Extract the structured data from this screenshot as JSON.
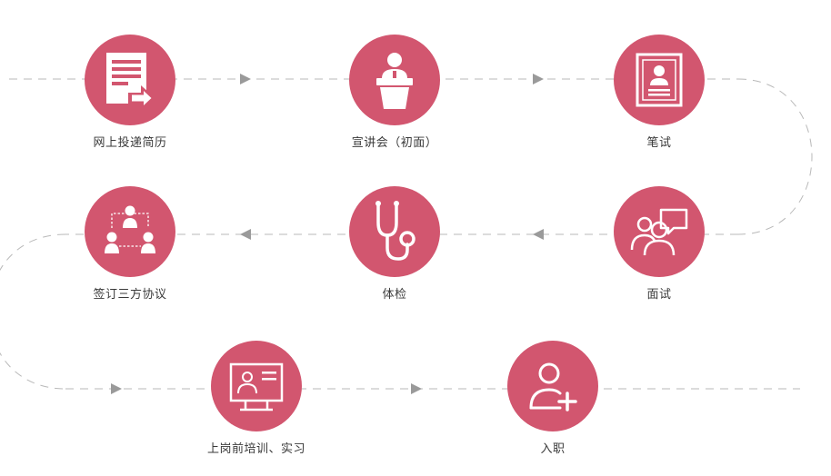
{
  "theme": {
    "accent": "#d2566f",
    "line": "#b9b9b9",
    "arrow": "#9a9a9a",
    "icon": "#ffffff"
  },
  "steps": [
    {
      "label": "网上投递简历",
      "icon": "resume-submit-icon"
    },
    {
      "label": "宣讲会（初面）",
      "icon": "podium-speaker-icon"
    },
    {
      "label": "笔试",
      "icon": "id-document-icon"
    },
    {
      "label": "面试",
      "icon": "interview-chat-icon"
    },
    {
      "label": "体检",
      "icon": "stethoscope-icon"
    },
    {
      "label": "签订三方协议",
      "icon": "three-party-agreement-icon"
    },
    {
      "label": "上岗前培训、实习",
      "icon": "training-board-icon"
    },
    {
      "label": "入职",
      "icon": "add-user-icon"
    }
  ]
}
